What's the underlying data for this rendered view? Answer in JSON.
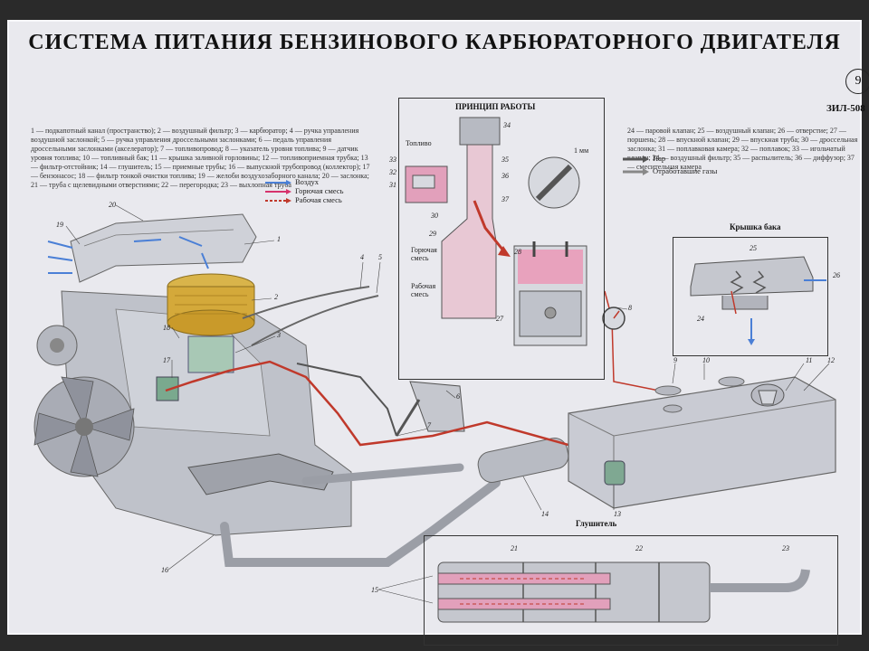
{
  "title": "СИСТЕМА ПИТАНИЯ БЕНЗИНОВОГО КАРБЮРАТОРНОГО ДВИГАТЕЛЯ",
  "poster_number": "9",
  "model": "ЗИЛ-508",
  "legend_left": "1 — подкапотный канал (пространство); 2 — воздушный фильтр; 3 — карбюратор; 4 — ручка управления воздушной заслонкой; 5 — ручка управления дроссельными заслонками; 6 — педаль управления дроссельными заслонками (акселератор); 7 — топливопровод; 8 — указатель уровня топлива; 9 — датчик уровня топлива; 10 — топливный бак; 11 — крышка заливной горловины; 12 — топливоприемная трубка; 13 — фильтр-отстойник; 14 — глушитель; 15 — приемные трубы; 16 — выпускной трубопровод (коллектор); 17 — бензонасос; 18 — фильтр тонкой очистки топлива; 19 — желоби воздухозаборного канала; 20 — заслонка; 21 — труба с щелевидными отверстиями; 22 — перегородка; 23 — выхлопная труба",
  "legend_right": "24 — паровой клапан; 25 — воздушный клапан; 26 — отверстие; 27 — поршень; 28 — впускной клапан; 29 — впускная труба; 30 — дроссельная заслонка; 31 — поплавковая камера; 32 — поплавок; 33 — игольчатый клапан; 34 — воздушный фильтр; 35 — распылитель; 36 — диффузор; 37 — смесительная камера",
  "flow_keys": {
    "air": "Воздух",
    "mixture": "Горючая смесь",
    "working": "Рабочая смесь",
    "vapor": "Пар",
    "exhaust": "Отработавшие газы"
  },
  "principle": {
    "title": "ПРИНЦИП РАБОТЫ",
    "fuel": "Топливо",
    "mm": "1 мм",
    "mixture": "Горючая смесь",
    "working": "Рабочая смесь",
    "labels": [
      "34",
      "33",
      "32",
      "31",
      "35",
      "36",
      "37",
      "30",
      "29",
      "28",
      "27"
    ]
  },
  "cap": {
    "title": "Крышка бака",
    "labels": [
      "25",
      "26",
      "24"
    ]
  },
  "muffler": {
    "title": "Глушитель",
    "labels": [
      "21",
      "22",
      "23",
      "15"
    ]
  },
  "engine_labels": [
    "20",
    "19",
    "1",
    "2",
    "3",
    "4",
    "5",
    "18",
    "17",
    "6",
    "7",
    "8",
    "9",
    "10",
    "11",
    "12",
    "13",
    "14",
    "16"
  ],
  "colors": {
    "air": "#4a7fd6",
    "fuel": "#c0392b",
    "mixture": "#d6336c",
    "metal": "#b9bcc4",
    "tank": "#c9cbd3"
  }
}
